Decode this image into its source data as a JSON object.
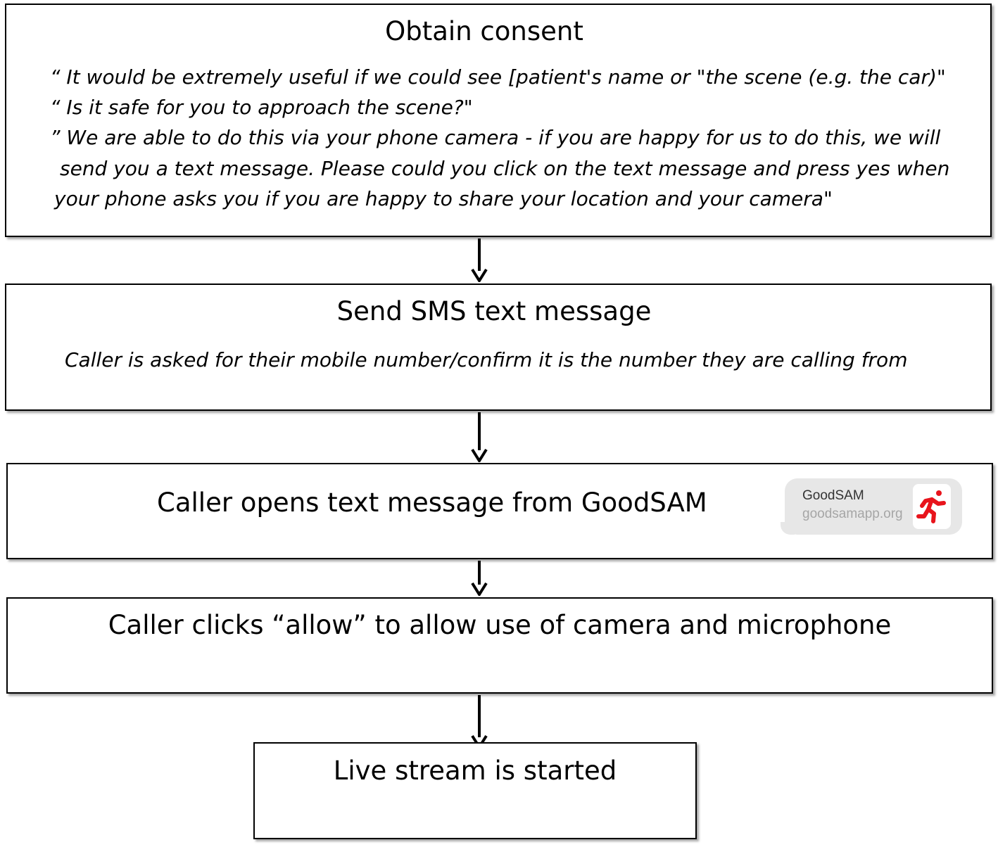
{
  "steps": [
    {
      "title": "Obtain consent",
      "lines": [
        "“ It would be extremely useful if we could see [patient's name or \"the scene (e.g. the car)\"",
        "“ Is it safe for you to approach the scene?\"",
        "” We are able to do this via your phone camera - if you are happy for us to do this, we will",
        "send you a text message. Please could you click on the text message and press yes when",
        "your phone asks you if you are happy to share your location and your camera\""
      ]
    },
    {
      "title": "Send SMS text message",
      "lines": [
        "Caller is asked for their mobile number/confirm it is the number they are calling from"
      ]
    },
    {
      "title": "Caller opens text message from GoodSAM",
      "sms_card": {
        "sender_name": "GoodSAM",
        "sender_url": "goodsamapp.org",
        "logo_icon": "running-person-icon",
        "logo_color": "#e8141c"
      }
    },
    {
      "title": "Caller clicks “allow” to allow use of camera and microphone"
    },
    {
      "title": "Live stream is started"
    }
  ]
}
